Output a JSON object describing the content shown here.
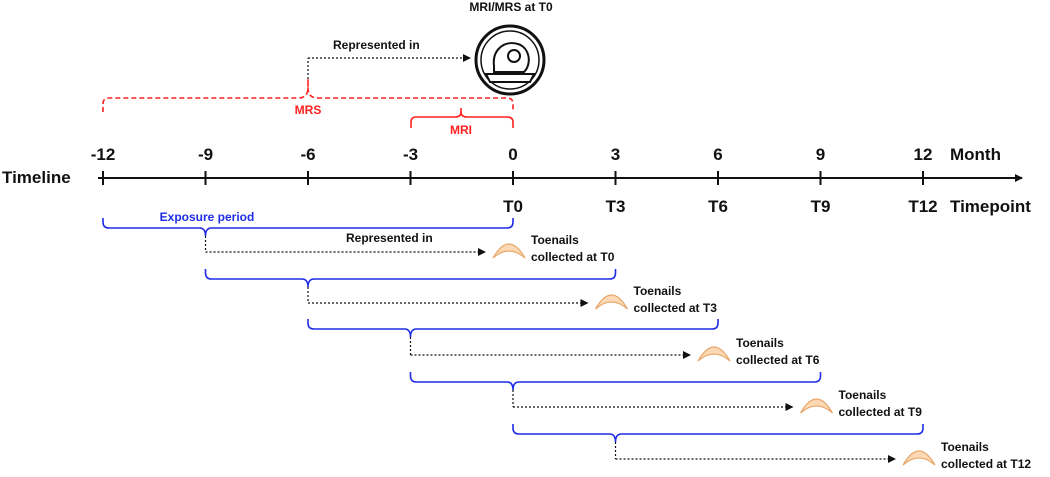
{
  "scanner": {
    "title": "MRI/MRS at T0",
    "represented_label": "Represented in",
    "icon": "mri-scanner-icon"
  },
  "brackets": {
    "mrs": "MRS",
    "mri": "MRI",
    "exposure": "Exposure period"
  },
  "axis": {
    "timeline_label": "Timeline",
    "month_label": "Month",
    "timepoint_label": "Timepoint",
    "months": [
      "-12",
      "-9",
      "-6",
      "-3",
      "0",
      "3",
      "6",
      "9",
      "12"
    ],
    "timepoints": [
      "T0",
      "T3",
      "T6",
      "T9",
      "T12"
    ]
  },
  "toenails": {
    "represented_label": "Represented in",
    "icon": "toenail-icon",
    "items": [
      {
        "line1": "Toenails",
        "line2": "collected at T0"
      },
      {
        "line1": "Toenails",
        "line2": "collected at T3"
      },
      {
        "line1": "Toenails",
        "line2": "collected at T6"
      },
      {
        "line1": "Toenails",
        "line2": "collected at T9"
      },
      {
        "line1": "Toenails",
        "line2": "collected at T12"
      }
    ]
  },
  "colors": {
    "axis": "#111111",
    "mrs": "#ff2020",
    "mri": "#ff2020",
    "exposure": "#1f2ee6",
    "toenail_fill": "#fcd9b4",
    "toenail_stroke": "#e8a86c"
  }
}
